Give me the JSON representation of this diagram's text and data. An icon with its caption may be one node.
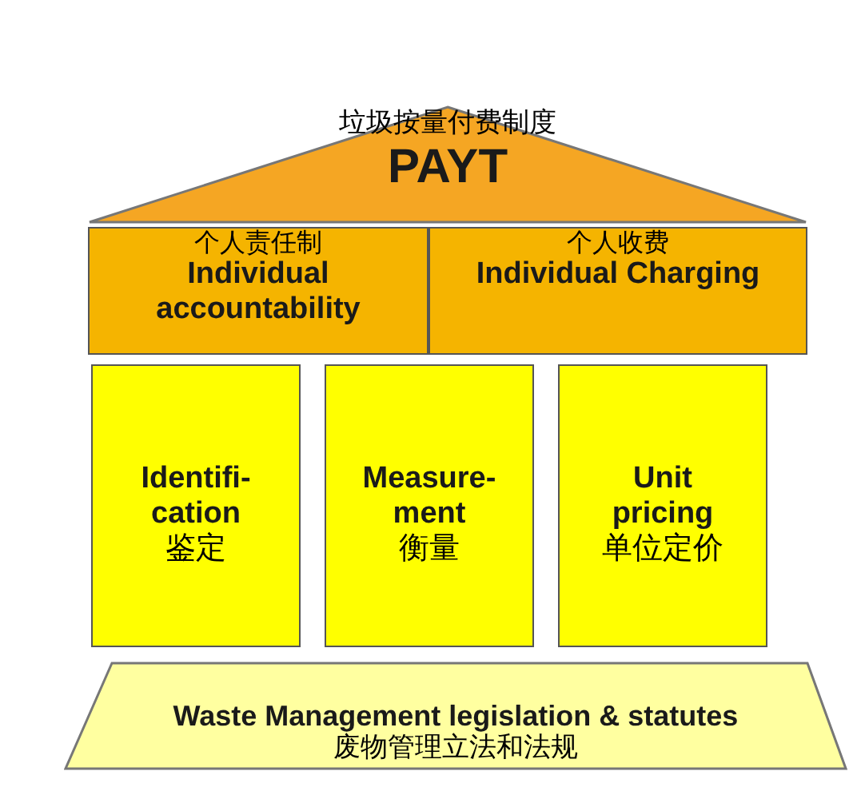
{
  "diagram": {
    "nodes": [
      {
        "text": [
          "垃圾按量付费制度",
          "PAYT"
        ]
      },
      {
        "text": [
          "个人责任制",
          "Individual accountability"
        ]
      },
      {
        "text": [
          "个人收费",
          "Individual Charging"
        ]
      },
      {
        "text": [
          "Identifi- cation",
          "鉴定"
        ]
      },
      {
        "text": [
          "Measure- ment",
          "衡量"
        ]
      },
      {
        "text": [
          "Unit pricing",
          "单位定价"
        ]
      },
      {
        "text": [
          "Waste Management legislation & statutes",
          "废物管理立法和法规"
        ]
      }
    ]
  }
}
